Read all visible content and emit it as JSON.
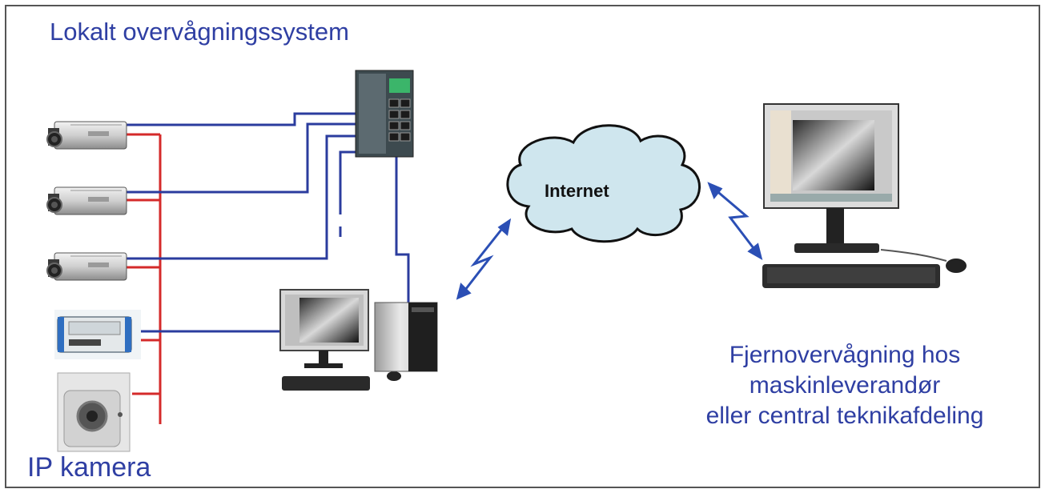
{
  "labels": {
    "local_system": "Lokalt overvågningssystem",
    "ip_camera": "IP kamera",
    "internet": "Internet",
    "remote_line1": "Fjernovervågning hos",
    "remote_line2": "maskinleverandør",
    "remote_line3": "eller central teknikafdeling"
  },
  "colors": {
    "text": "#2f3fa3",
    "network_cable": "#2b3c9e",
    "power_cable": "#d42a2a",
    "link_arrow": "#2b4fb5",
    "cloud_fill": "#cfe6ee"
  },
  "icons": [
    "camera-icon",
    "network-switch-icon",
    "video-encoder-icon",
    "dome-camera-icon",
    "desktop-computer-icon",
    "cloud-icon",
    "lightning-arrow-icon"
  ]
}
